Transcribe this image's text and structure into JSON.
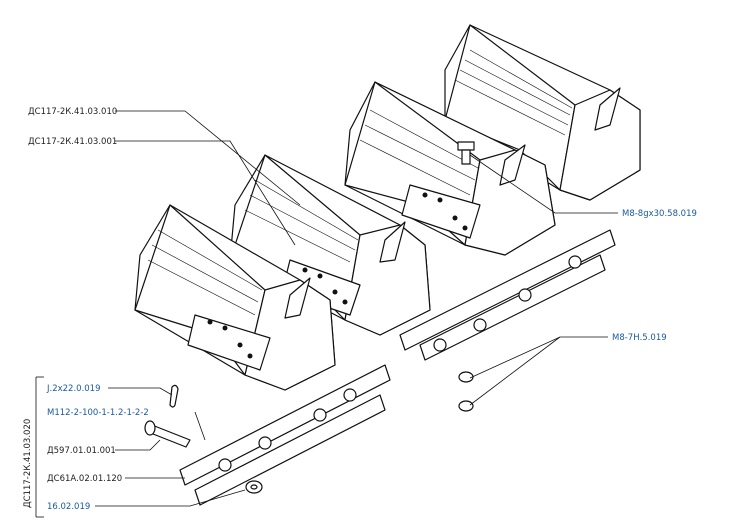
{
  "labels": {
    "top1": "ДС117-2К.41.03.010",
    "top2": "ДС117-2К.41.03.001",
    "right1": "М8-8gх30.58.019",
    "right2": "М8-7Н.5.019",
    "l1": "J.2х22.0.019",
    "l2": "М112-2-100-1-1.2-1-2-2",
    "l3": "Д597.01.01.001",
    "l4": "ДС61А.02.01.120",
    "l5": "16.02.019",
    "assembly": "ДС117-2К.41.03.020"
  },
  "colors": {
    "blue": "#1a5aa0",
    "black": "#222222"
  }
}
